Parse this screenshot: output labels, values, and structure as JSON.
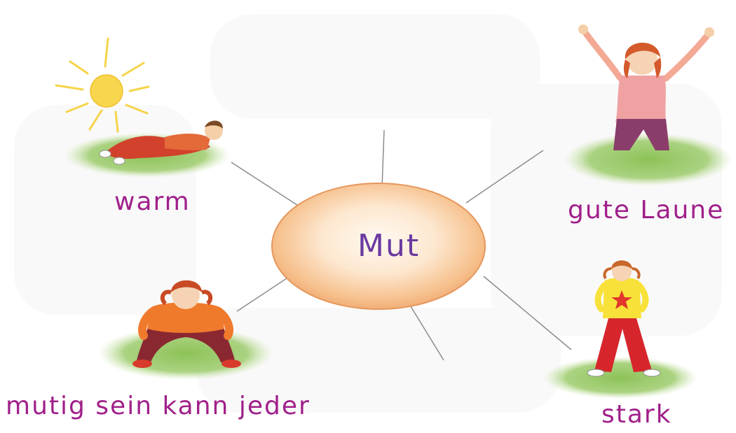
{
  "center": {
    "label": "Mut"
  },
  "nodes": [
    {
      "id": "warm",
      "label": "warm"
    },
    {
      "id": "gute-laune",
      "label": "gute Laune"
    },
    {
      "id": "mutig",
      "label": "mutig sein kann jeder"
    },
    {
      "id": "stark",
      "label": "stark"
    }
  ],
  "colors": {
    "label_text": "#a0208a",
    "center_text": "#6a3aa0",
    "ellipse_fill_center": "#fff6ea",
    "ellipse_fill_edge": "#f2b27a",
    "connector": "#8c8c8c",
    "grass": "#7fb84a"
  }
}
